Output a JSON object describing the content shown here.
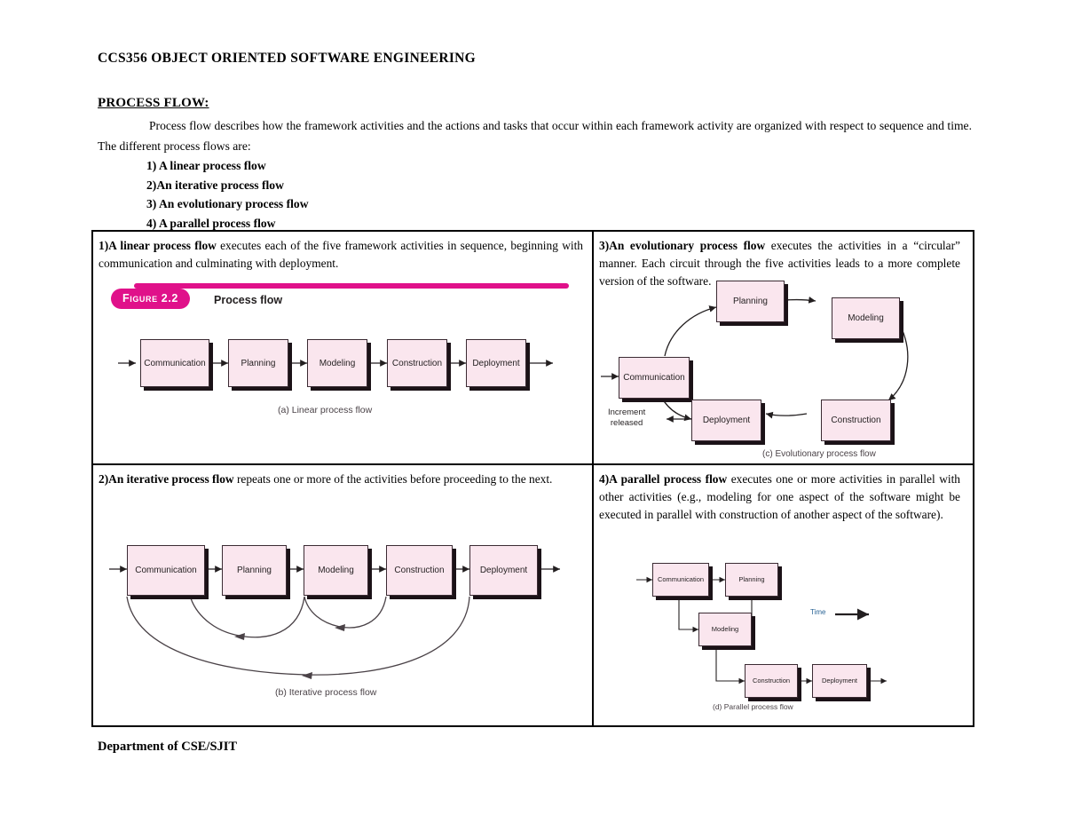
{
  "document": {
    "course_title": "CCS356   OBJECT ORIENTED SOFTWARE ENGINEERING",
    "section_heading": "PROCESS FLOW:",
    "intro_paragraph": "Process flow describes how the framework activities and the actions and tasks that occur within each framework activity are organized with respect to sequence and time. The different process flows are:",
    "footer": "Department of CSE/SJIT"
  },
  "flow_list": [
    "1) A linear process flow",
    "2)An iterative process flow",
    "3) An evolutionary process flow",
    "4) A parallel process flow"
  ],
  "cells": {
    "linear": {
      "bold_lead": "1)A linear process flow",
      "rest": " executes each of the five framework activities in sequence, beginning with communication and culminating with deployment."
    },
    "iterative": {
      "bold_lead": "2)An iterative process flow",
      "rest": " repeats one or more of the activities before proceeding to the next."
    },
    "evolutionary": {
      "bold_lead": "3)An evolutionary process flow",
      "rest": " executes the activities in a “circular” manner. Each circuit through the five activities leads to a more complete version of the software."
    },
    "parallel": {
      "bold_lead": "4)A parallel process flow",
      "rest": " executes one or more activities in parallel with other activities (e.g., modeling for one aspect of the software might be executed in parallel with construction of another aspect of the software)."
    }
  },
  "figure": {
    "label_pill": "Figure 2.2",
    "label_caption": "Process flow"
  },
  "diagrams": {
    "linear": {
      "caption": "(a) Linear process flow",
      "boxes": [
        "Communication",
        "Planning",
        "Modeling",
        "Construction",
        "Deployment"
      ]
    },
    "iterative": {
      "caption": "(b) Iterative process flow",
      "boxes": [
        "Communication",
        "Planning",
        "Modeling",
        "Construction",
        "Deployment"
      ]
    },
    "evolutionary": {
      "caption": "(c) Evolutionary process flow",
      "boxes": [
        "Communication",
        "Planning",
        "Modeling",
        "Construction",
        "Deployment"
      ],
      "increment_label_line1": "Increment",
      "increment_label_line2": "released"
    },
    "parallel": {
      "caption": "(d) Parallel process flow",
      "boxes": [
        "Communication",
        "Planning",
        "Modeling",
        "Construction",
        "Deployment"
      ],
      "time_label": "Time"
    }
  },
  "colors": {
    "accent_magenta": "#e0118a",
    "box_fill": "#fae6ee",
    "box_shadow": "#1b1217",
    "time_label": "#2a6496",
    "caption_gray": "#4a4247"
  }
}
